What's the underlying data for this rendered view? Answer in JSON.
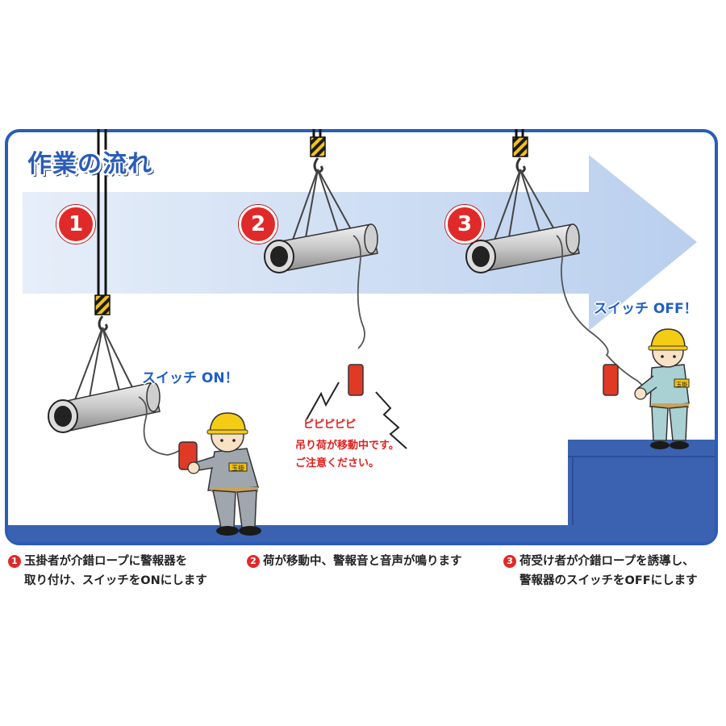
{
  "title": "作業の流れ",
  "steps": [
    {
      "number": "1",
      "bubble": "スイッチ ON！",
      "caption_line1": "玉掛者が介錯ロープに警報器を",
      "caption_line2": "取り付け、スイッチをONにします"
    },
    {
      "number": "2",
      "alarm_sound": "ピピピピピ",
      "alarm_line1": "吊り荷が移動中です。",
      "alarm_line2": "ご注意ください。",
      "caption_line1": "荷が移動中、警報音と音声が鳴ります"
    },
    {
      "number": "3",
      "bubble": "スイッチ OFF！",
      "caption_line1": "荷受け者が介錯ロープを誘導し、",
      "caption_line2": "警報器のスイッチをOFFにします"
    }
  ],
  "armband": "玉掛",
  "colors": {
    "frame": "#2a5cb8",
    "floor": "#3a62b0",
    "arrow": "#cfe0f4",
    "accent": "#e02a2a",
    "bubble_text": "#1f5fc8"
  }
}
